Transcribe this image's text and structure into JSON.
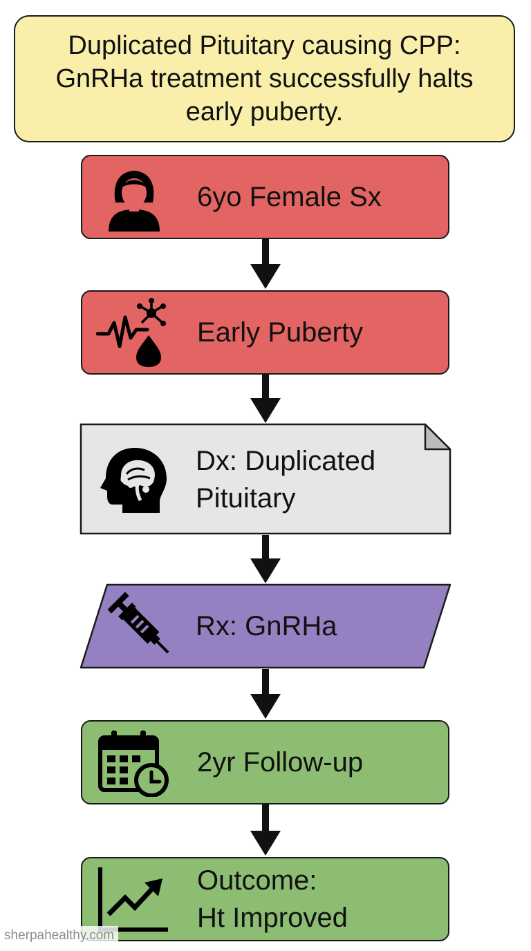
{
  "title": "Duplicated Pituitary causing CPP: GnRHa treatment successfully halts early puberty.",
  "nodes": [
    {
      "label": "6yo Female Sx",
      "icon": "female-person-icon"
    },
    {
      "label": "Early Puberty",
      "icon": "hormone-pulse-icon"
    },
    {
      "label_line1": "Dx: Duplicated",
      "label_line2": "Pituitary",
      "icon": "brain-head-icon"
    },
    {
      "label": "Rx: GnRHa",
      "icon": "syringe-icon"
    },
    {
      "label": "2yr Follow-up",
      "icon": "calendar-clock-icon"
    },
    {
      "label_line1": "Outcome:",
      "label_line2": "Ht Improved",
      "icon": "trend-up-icon"
    }
  ],
  "colors": {
    "title_bg": "#f9eeaa",
    "red": "#e26563",
    "gray": "#e6e6e6",
    "purple": "#9580c2",
    "green": "#8dbd72"
  },
  "watermark": "sherpahealthy.com"
}
